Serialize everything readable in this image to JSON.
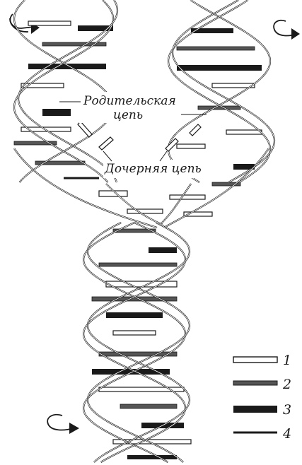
{
  "labels": {
    "parent_chain": [
      "Родительская",
      "цепь"
    ],
    "daughter_chain": "Дочерняя цепь"
  },
  "legend": [
    {
      "number": "1",
      "style": "outline"
    },
    {
      "number": "2",
      "style": "thin-dark"
    },
    {
      "number": "3",
      "style": "thick-dark"
    },
    {
      "number": "4",
      "style": "line"
    }
  ],
  "icons": {
    "rotation": "curved-arrow-icon"
  },
  "colors": {
    "ink": "#1a1a1a",
    "paper": "#ffffff"
  }
}
